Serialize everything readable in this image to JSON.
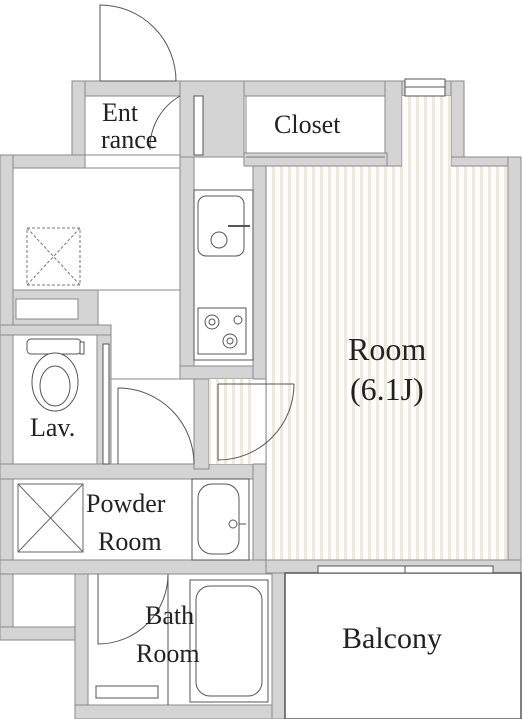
{
  "rooms": {
    "entrance": {
      "line1": "Ent",
      "line2": "rance"
    },
    "closet": {
      "label": "Closet"
    },
    "room": {
      "line1": "Room",
      "line2": "(6.1J)"
    },
    "lav": {
      "label": "Lav."
    },
    "powder_room": {
      "line1": "Powder",
      "line2": "Room"
    },
    "bath_room": {
      "line1": "Bath",
      "line2": "Room"
    },
    "balcony": {
      "label": "Balcony"
    }
  },
  "colors": {
    "wall": "#d4d4d4",
    "wall_edge": "#8a8a8a",
    "floor_stripe": "#ecebd9",
    "line": "#555555"
  }
}
